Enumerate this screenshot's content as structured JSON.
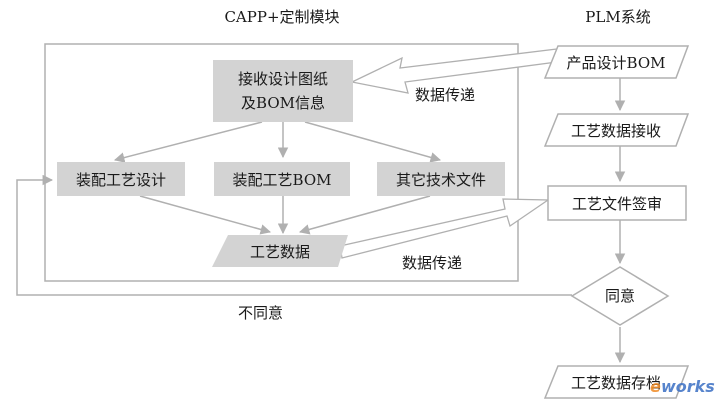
{
  "headers": {
    "capp": "CAPP+定制模块",
    "plm": "PLM系统"
  },
  "capp_nodes": {
    "receive_line1": "接收设计图纸",
    "receive_line2": "及BOM信息",
    "assembly_design": "装配工艺设计",
    "assembly_bom": "装配工艺BOM",
    "other_docs": "其它技术文件",
    "process_data": "工艺数据"
  },
  "plm_nodes": {
    "product_bom": "产品设计BOM",
    "process_receive": "工艺数据接收",
    "doc_review": "工艺文件签审",
    "agree": "同意",
    "data_archive": "工艺数据存档"
  },
  "edge_labels": {
    "transfer_top": "数据传递",
    "transfer_bottom": "数据传递",
    "disagree": "不同意"
  },
  "watermark": {
    "e": "e",
    "works": "works"
  },
  "colors": {
    "node_fill": "#d3d3d3",
    "line": "#b0b0b0",
    "text": "#1a1a1a",
    "watermark_blue": "#3a6fc4",
    "watermark_orange": "#f08a24"
  }
}
